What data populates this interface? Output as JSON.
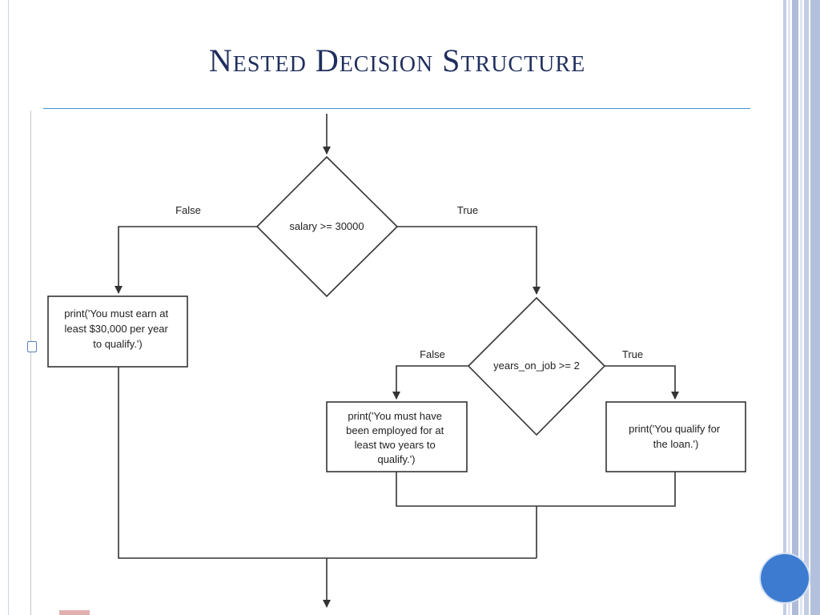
{
  "slide": {
    "title": "Nested Decision Structure"
  },
  "diagram": {
    "decision_outer": "salary >= 30000",
    "decision_inner": "years_on_job >= 2",
    "edge_outer_false": "False",
    "edge_outer_true": "True",
    "edge_inner_false": "False",
    "edge_inner_true": "True",
    "box_earn": [
      "print('You must earn at",
      "least $30,000 per year",
      "to qualify.')"
    ],
    "box_employed": [
      "print('You must have",
      "been employed for at",
      "least two years to",
      "qualify.')"
    ],
    "box_qualify": [
      "print('You qualify for",
      "the loan.')"
    ]
  },
  "colors": {
    "title": "#1f2e5c",
    "title_rule": "#3b8fd6",
    "nav_circle": "#3c7bd0",
    "line": "#333333"
  }
}
